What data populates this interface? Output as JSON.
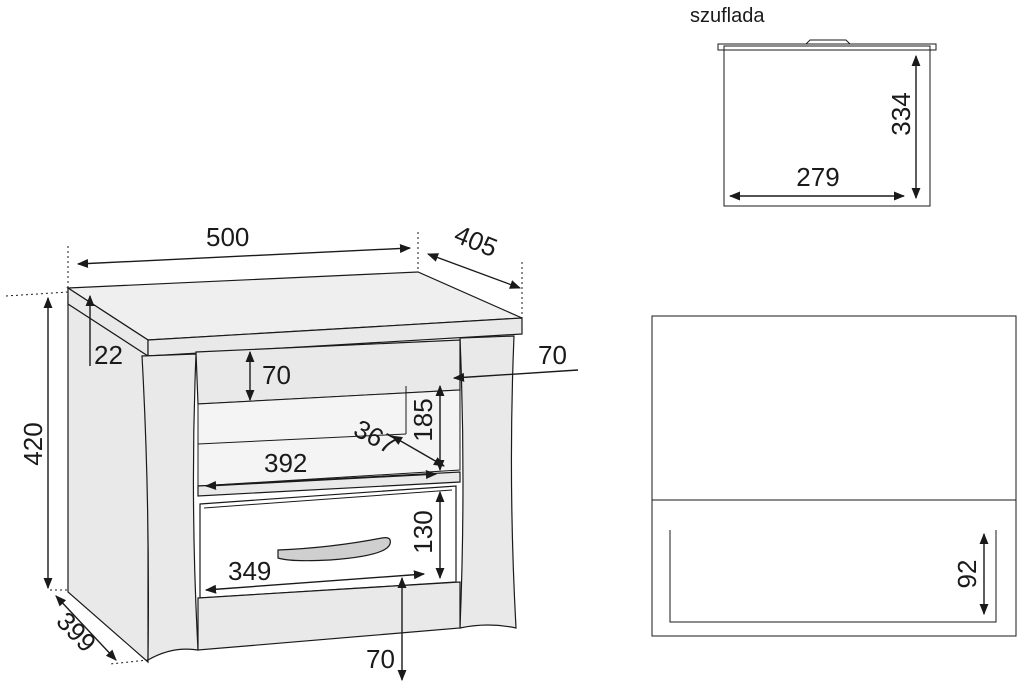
{
  "labels": {
    "drawer_title": "szuflada"
  },
  "dimensions": {
    "width": "500",
    "depth": "405",
    "height": "420",
    "top_thickness": "22",
    "rail_height": "70",
    "side_width": "70",
    "shelf_height": "185",
    "inner_depth": "367",
    "inner_width": "392",
    "drawer_front_height": "130",
    "drawer_front_width": "349",
    "plinth_height": "70",
    "base_depth": "399",
    "drawer_depth": "334",
    "drawer_width": "279",
    "drawer_side_height": "92"
  }
}
